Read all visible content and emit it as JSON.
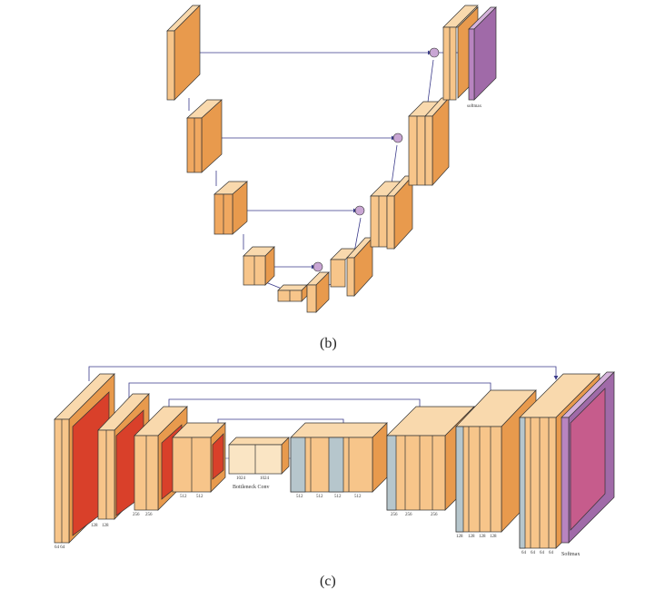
{
  "captions": {
    "b": "(b)",
    "c": "(c)"
  },
  "diagram_b": {
    "softmax_label": "softmax"
  },
  "diagram_c": {
    "enc_labels": [
      "64 64",
      "128",
      "128",
      "256",
      "256",
      "512",
      "512"
    ],
    "bottleneck_labels": [
      "1024",
      "1024"
    ],
    "bottleneck_caption": "Bottleneck Conv",
    "dec_labels": [
      "512",
      "512",
      "512",
      "512",
      "256",
      "256",
      "256",
      "128",
      "128",
      "128",
      "128",
      "64",
      "64",
      "64",
      "64"
    ],
    "softmax_label": "Softmax"
  },
  "colors": {
    "orange": "#f7c58a",
    "orange_dark": "#e89a4d",
    "red": "#d9402a",
    "purple": "#b884c0",
    "arrow": "#3a3a8a",
    "edge": "#333333"
  }
}
